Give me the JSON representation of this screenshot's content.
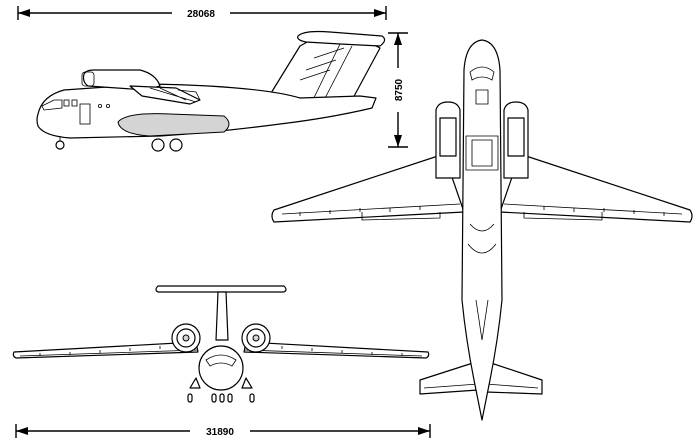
{
  "dimensions": {
    "length": "28068",
    "height": "8750",
    "span": "31890"
  }
}
